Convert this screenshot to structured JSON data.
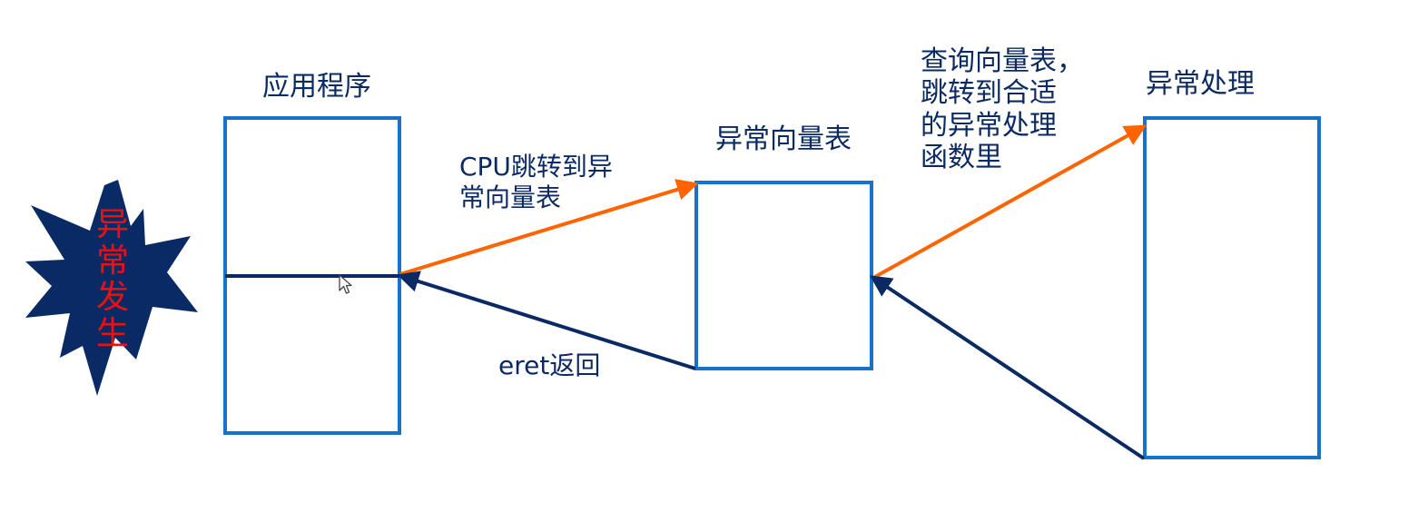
{
  "diagram": {
    "nodes": {
      "app": {
        "label": "应用程序"
      },
      "vector_table": {
        "label": "异常向量表"
      },
      "exception_handler": {
        "label": "异常处理"
      },
      "exception_event": {
        "lines": [
          "异",
          "常",
          "发",
          "生"
        ]
      }
    },
    "edges": {
      "cpu_jump": {
        "lines": [
          "CPU跳转到异",
          "常向量表"
        ]
      },
      "lookup_jump": {
        "lines": [
          "查询向量表，",
          "跳转到合适",
          "的异常处理",
          "函数里"
        ]
      },
      "eret": {
        "label": "eret返回"
      }
    },
    "icons": {
      "burst": "starburst-icon",
      "cursor": "mouse-pointer-icon"
    }
  },
  "colors": {
    "box_stroke": "#1a72c8",
    "orange_arrow": "#ff6400",
    "navy_arrow": "#0b2a63",
    "burst_fill": "#0a2a66",
    "burst_text": "#ea1111",
    "text": "#0b2a63"
  }
}
